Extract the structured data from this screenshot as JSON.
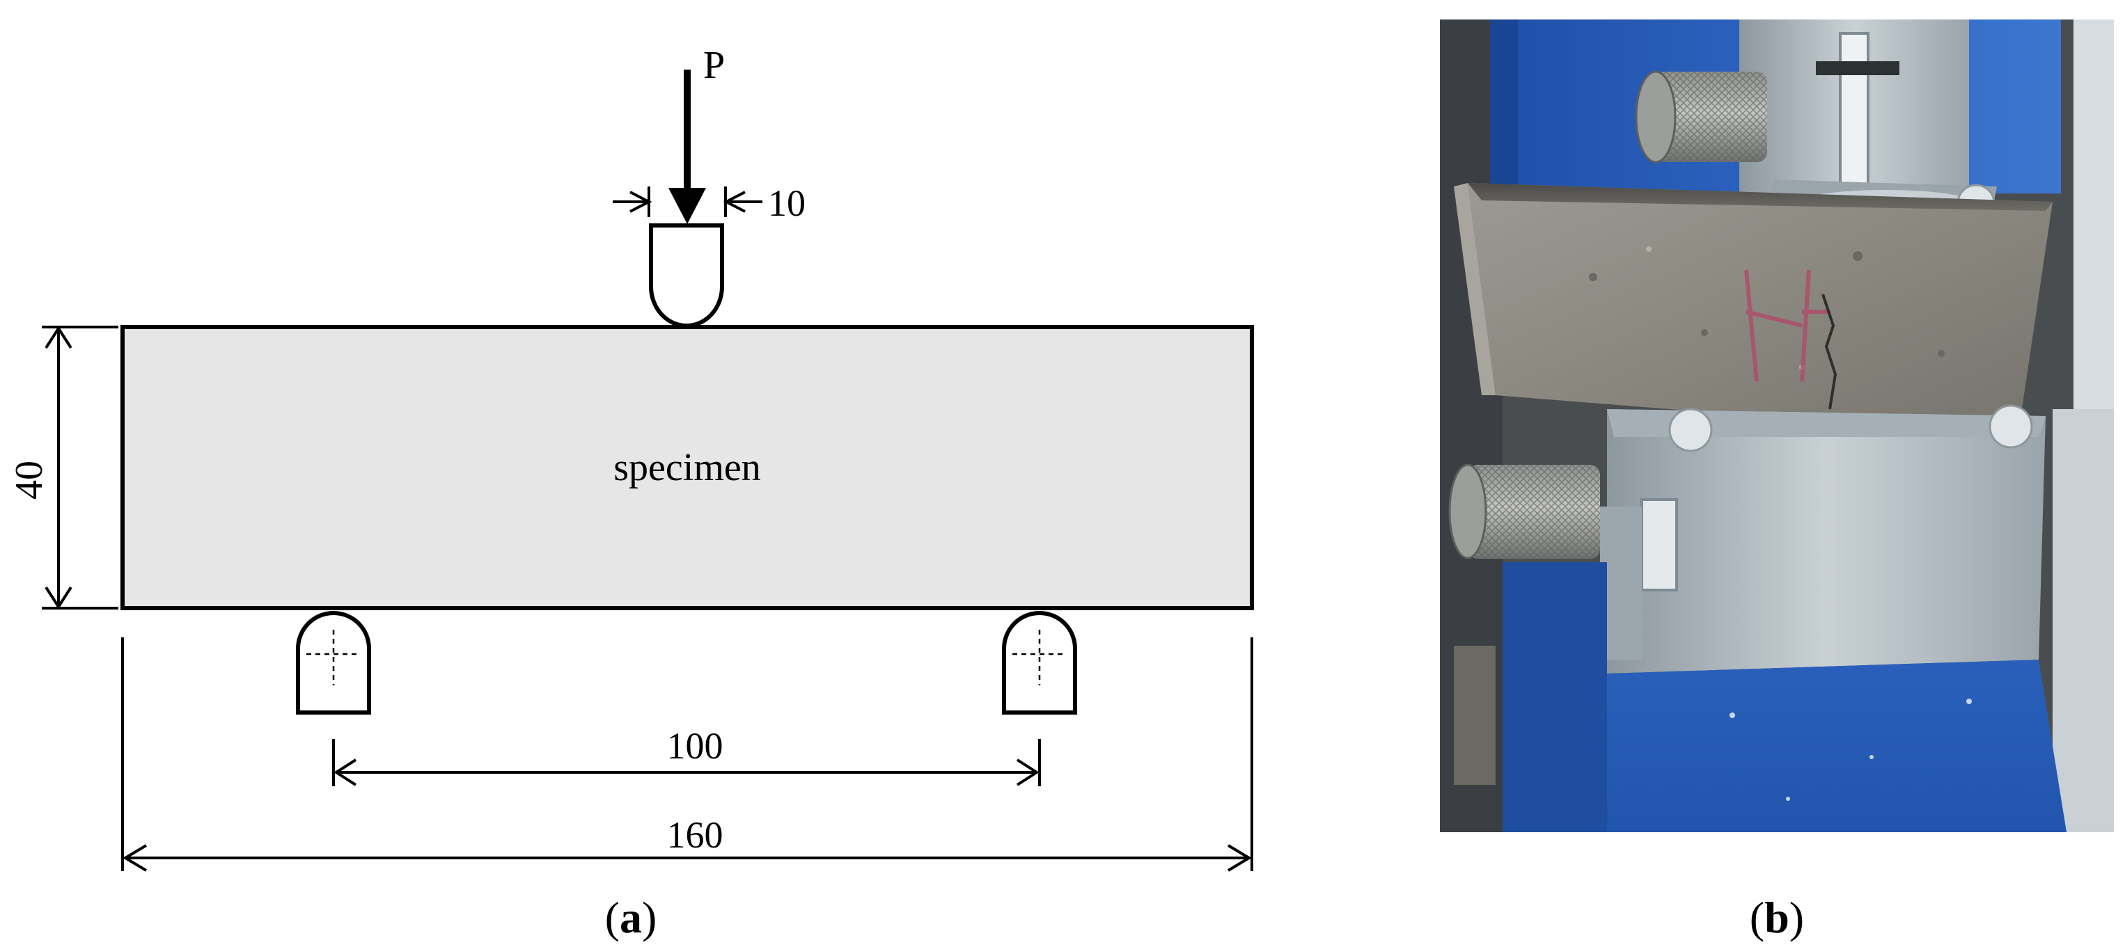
{
  "panel_a": {
    "load_label": "P",
    "loading_width_label": "10",
    "specimen_label": "specimen",
    "height_label": "40",
    "span_label": "100",
    "length_label": "160",
    "caption_letter": "a"
  },
  "panel_b": {
    "caption_letter": "b",
    "colors": {
      "machine_blue": "#2a5fb8",
      "specimen_grey": "#8e8c84",
      "fixture_steel": "#b9c3c9",
      "crack_mark": "#b04a6a"
    }
  },
  "colors": {
    "specimen_fill": "#e6e6e6",
    "line": "#000000"
  }
}
